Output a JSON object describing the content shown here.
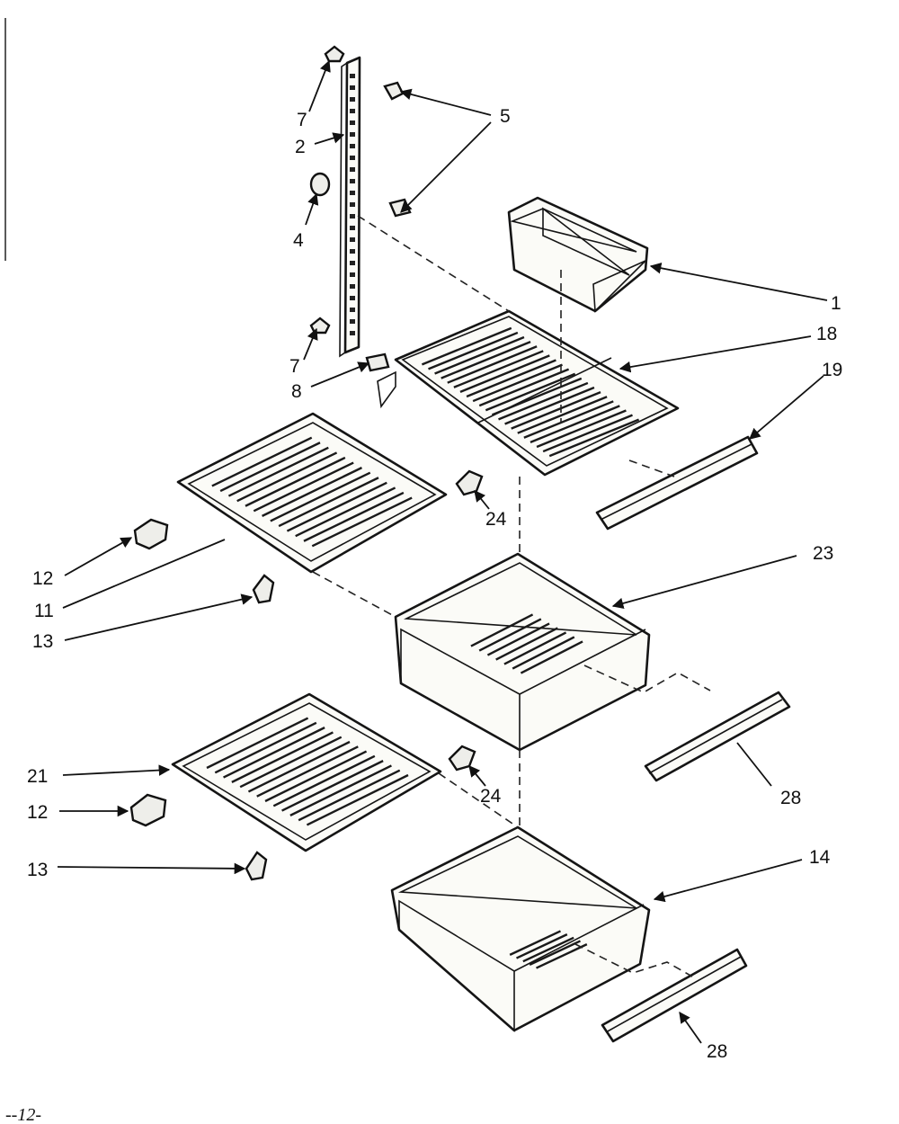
{
  "callouts": {
    "c1": "1",
    "c2": "2",
    "c4": "4",
    "c5": "5",
    "c7a": "7",
    "c7b": "7",
    "c8": "8",
    "c11": "11",
    "c12a": "12",
    "c12b": "12",
    "c13a": "13",
    "c13b": "13",
    "c14": "14",
    "c18": "18",
    "c19": "19",
    "c21": "21",
    "c23": "23",
    "c24a": "24",
    "c24b": "24",
    "c28a": "28",
    "c28b": "28"
  },
  "page_number": "--12-"
}
